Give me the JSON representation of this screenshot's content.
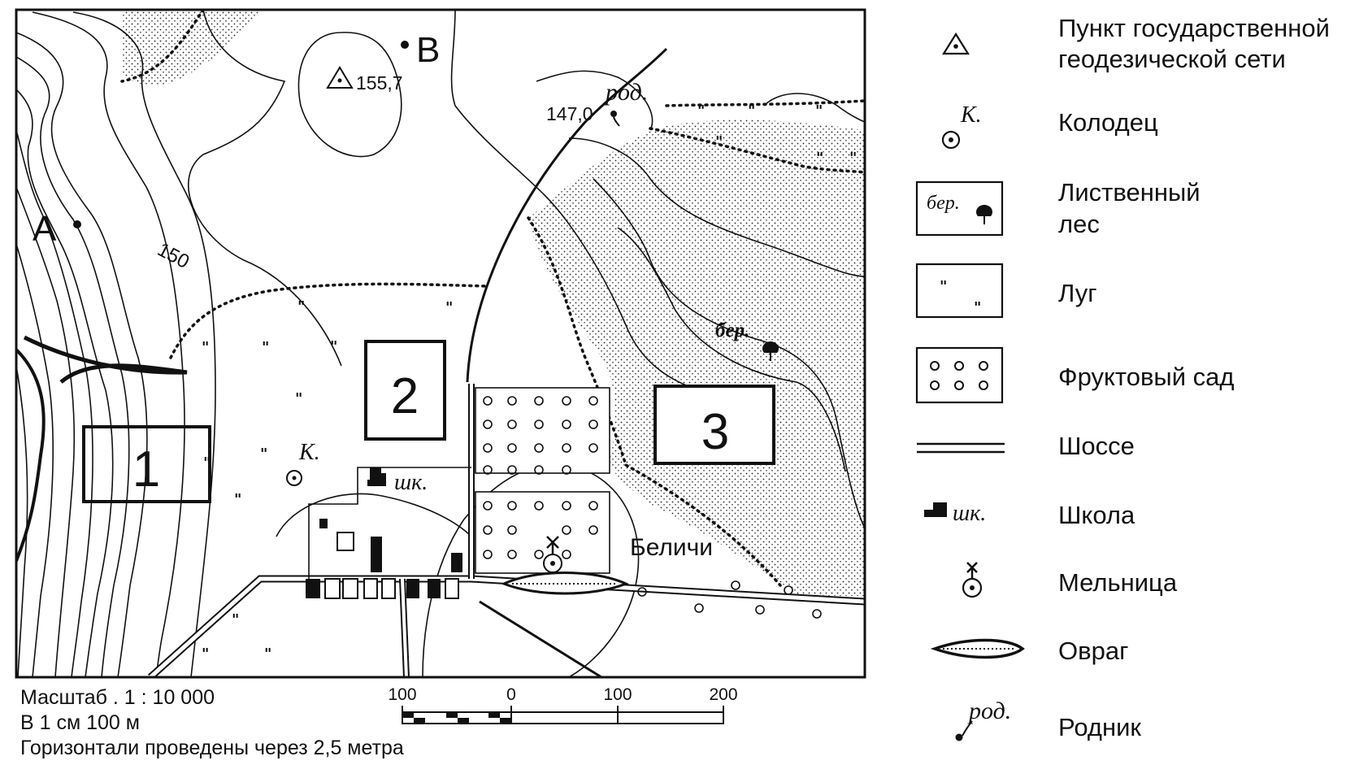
{
  "map": {
    "points": {
      "a": "А",
      "b": "В"
    },
    "elevations": {
      "geodetic": "155,7",
      "spring": "147,0"
    },
    "contour_label": "150",
    "zones": [
      "1",
      "2",
      "3"
    ],
    "village": "Беличи",
    "labels": {
      "spring": "род.",
      "forest": "бер.",
      "school": "шк.",
      "well": "К."
    }
  },
  "scale": {
    "line1": "Масштаб . 1 : 10 000",
    "line2": "В 1 см 100 м",
    "line3": "Горизонтали проведены через 2,5 метра",
    "ticks": [
      "100",
      "0",
      "100",
      "200"
    ]
  },
  "legend": [
    {
      "icon": "geodetic-point-icon",
      "label": "Пункт государственной\nгеодезической сети"
    },
    {
      "icon": "well-icon",
      "icon_text": "К.",
      "label": "Колодец"
    },
    {
      "icon": "deciduous-forest-icon",
      "icon_text": "бер.",
      "label": "Лиственный\nлес"
    },
    {
      "icon": "meadow-icon",
      "label": "Луг"
    },
    {
      "icon": "orchard-icon",
      "label": "Фруктовый сад"
    },
    {
      "icon": "highway-icon",
      "label": "Шоссе"
    },
    {
      "icon": "school-icon",
      "icon_text": "шк.",
      "label": "Школа"
    },
    {
      "icon": "mill-icon",
      "label": "Мельница"
    },
    {
      "icon": "ravine-icon",
      "label": "Овраг"
    },
    {
      "icon": "spring-icon",
      "icon_text": "род.",
      "label": "Родник"
    }
  ]
}
